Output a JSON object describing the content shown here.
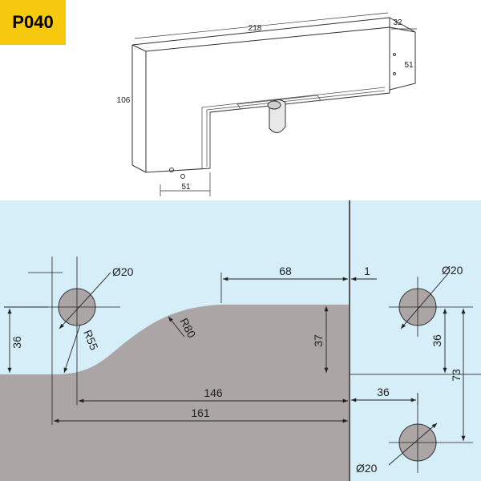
{
  "product_code": "P040",
  "colors": {
    "badge": "#f6c90e",
    "glass": "#d6eef8",
    "fitting": "#aba5a5",
    "outline": "#444444",
    "line": "#222222"
  },
  "iso_view": {
    "dims": {
      "width": "218",
      "height": "106",
      "depth": "32",
      "right_height": "51",
      "foot_width": "51"
    }
  },
  "plan_view": {
    "left_hole_dia": "Ø20",
    "right_top_hole_dia": "Ø20",
    "right_bottom_hole_dia": "Ø20",
    "r55": "R55",
    "r80": "R80",
    "dim_68": "68",
    "dim_1": "1",
    "dim_36_left": "36",
    "dim_37": "37",
    "dim_36_right": "36",
    "dim_73": "73",
    "dim_146": "146",
    "dim_161": "161",
    "dim_36_bottom": "36"
  }
}
